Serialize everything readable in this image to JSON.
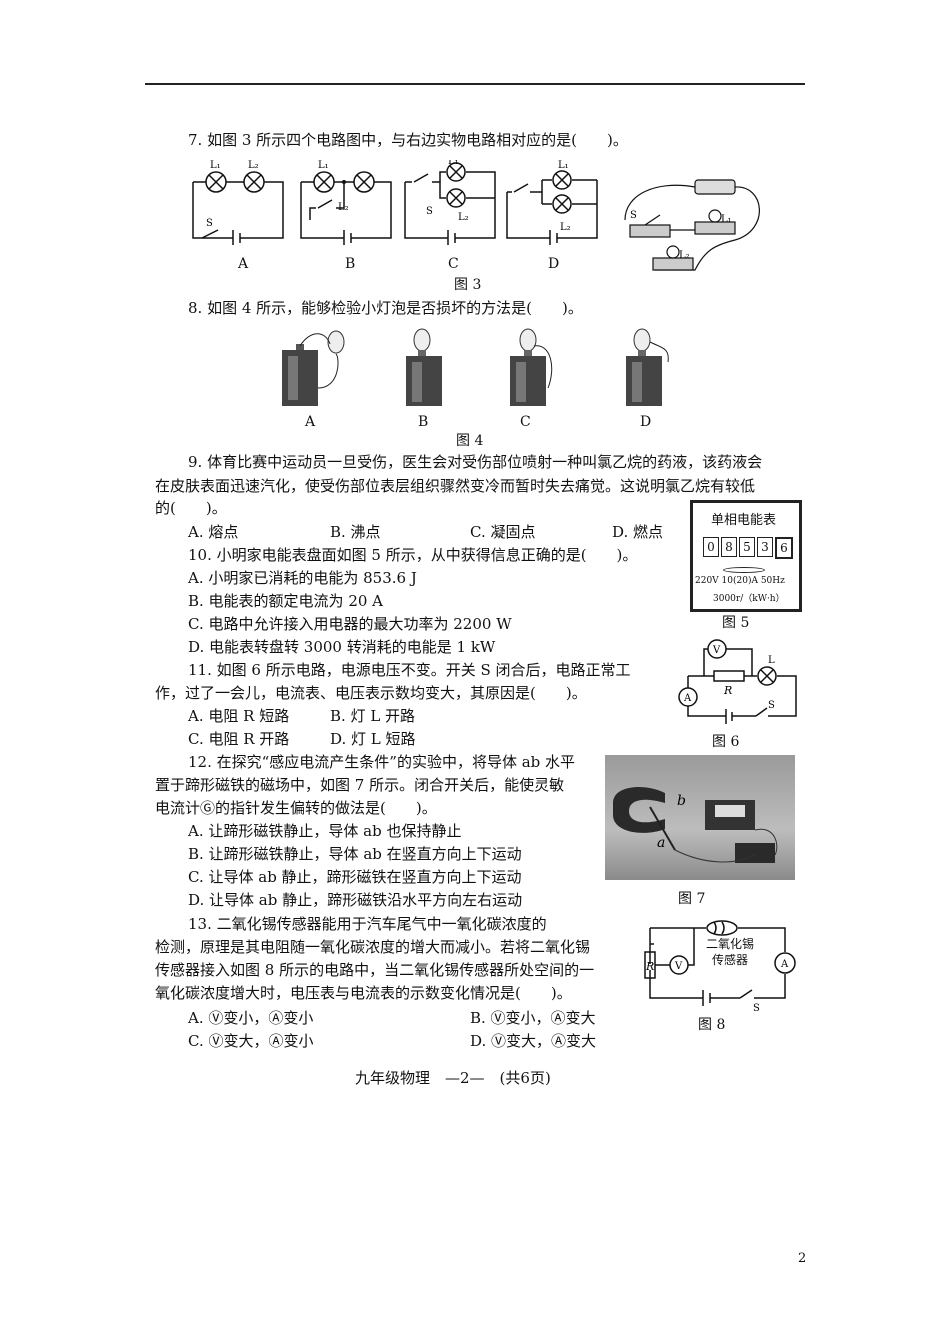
{
  "q7": {
    "stem": "7. 如图 3 所示四个电路图中，与右边实物电路相对应的是(　　)。",
    "options": [
      "A",
      "B",
      "C",
      "D"
    ],
    "fig_caption": "图 3",
    "labels": {
      "l1": "L₁",
      "l2": "L₂",
      "s": "S"
    }
  },
  "q8": {
    "stem": "8. 如图 4 所示，能够检验小灯泡是否损坏的方法是(　　)。",
    "options": [
      "A",
      "B",
      "C",
      "D"
    ],
    "fig_caption": "图 4"
  },
  "q9": {
    "stem_lines": [
      "9. 体育比赛中运动员一旦受伤，医生会对受伤部位喷射一种叫氯乙烷的药液，该药液会",
      "在皮肤表面迅速汽化，使受伤部位表层组织骤然变冷而暂时失去痛觉。这说明氯乙烷有较低",
      "的(　　)。"
    ],
    "options": [
      "A. 熔点",
      "B. 沸点",
      "C. 凝固点",
      "D. 燃点"
    ]
  },
  "q10": {
    "stem": "10. 小明家电能表盘面如图 5 所示，从中获得信息正确的是(　　)。",
    "options": [
      "A. 小明家已消耗的电能为 853.6 J",
      "B. 电能表的额定电流为 20 A",
      "C. 电路中允许接入用电器的最大功率为 2200 W",
      "D. 电能表转盘转 3000 转消耗的电能是 1 kW"
    ],
    "meter": {
      "title": "单相电能表",
      "digits": [
        "0",
        "8",
        "5",
        "3",
        "6"
      ],
      "spec1": "220V  10(20)A  50Hz",
      "spec2": "3000r/（kW·h）"
    },
    "fig_caption": "图 5"
  },
  "q11": {
    "stem_lines": [
      "11. 如图 6 所示电路，电源电压不变。开关 S 闭合后，电路正常工",
      "作，过了一会儿，电流表、电压表示数均变大，其原因是(　　)。"
    ],
    "options": [
      "A. 电阻 R 短路",
      "B. 灯 L 开路",
      "C. 电阻 R 开路",
      "D. 灯 L 短路"
    ],
    "labels": {
      "v": "V",
      "a": "A",
      "r": "R",
      "l": "L",
      "s": "S"
    },
    "fig_caption": "图 6"
  },
  "q12": {
    "stem_lines": [
      "12. 在探究“感应电流产生条件”的实验中，将导体 ab 水平",
      "置于蹄形磁铁的磁场中，如图 7 所示。闭合开关后，能使灵敏",
      "电流计Ⓖ的指针发生偏转的做法是(　　)。"
    ],
    "options": [
      "A. 让蹄形磁铁静止，导体 ab 也保持静止",
      "B. 让蹄形磁铁静止，导体 ab 在竖直方向上下运动",
      "C. 让导体 ab 静止，蹄形磁铁在竖直方向上下运动",
      "D. 让导体 ab 静止，蹄形磁铁沿水平方向左右运动"
    ],
    "labels": {
      "b": "b",
      "a": "a"
    },
    "fig_caption": "图 7"
  },
  "q13": {
    "stem_lines": [
      "13. 二氧化锡传感器能用于汽车尾气中一氧化碳浓度的",
      "检测，原理是其电阻随一氧化碳浓度的增大而减小。若将二氧化锡",
      "传感器接入如图 8 所示的电路中，当二氧化锡传感器所处空间的一",
      "氧化碳浓度增大时，电压表与电流表的示数变化情况是(　　)。"
    ],
    "options": [
      "A. Ⓥ变小，Ⓐ变小",
      "B. Ⓥ变小，Ⓐ变大",
      "C. Ⓥ变大，Ⓐ变小",
      "D. Ⓥ变大，Ⓐ变大"
    ],
    "labels": {
      "sensor": "二氧化锡传感器",
      "r": "R",
      "v": "V",
      "a": "A",
      "s": "S"
    },
    "fig_caption": "图 8"
  },
  "footer": {
    "text": "九年级物理　—2—　(共6页)",
    "page_number": "2"
  }
}
